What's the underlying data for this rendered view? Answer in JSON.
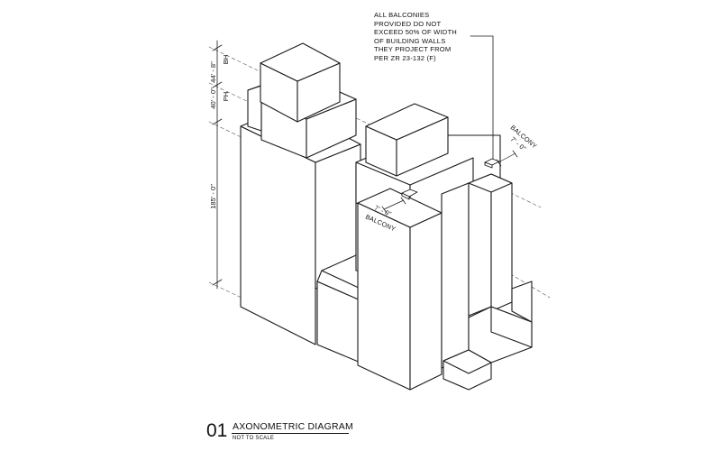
{
  "note": {
    "lines": [
      "ALL BALCONIES",
      "PROVIDED DO NOT",
      "EXCEED 50% OF WIDTH",
      "OF BUILDING WALLS",
      "THEY PROJECT FROM",
      "PER ZR 23-132 (F)"
    ]
  },
  "dimensions": {
    "bulkhead_label": "BH",
    "bulkhead_height": "44' - 8\"",
    "penthouse_label": "PH",
    "penthouse_height": "40' - 0\"",
    "main_height": "185' - 0\""
  },
  "balconies": [
    {
      "label": "BALCONY",
      "depth": "7' - 0\""
    },
    {
      "label": "BALCONY",
      "depth": "7' - 0\""
    }
  ],
  "title_block": {
    "number": "01",
    "title": "AXONOMETRIC DIAGRAM",
    "subtitle": "NOT TO SCALE"
  }
}
